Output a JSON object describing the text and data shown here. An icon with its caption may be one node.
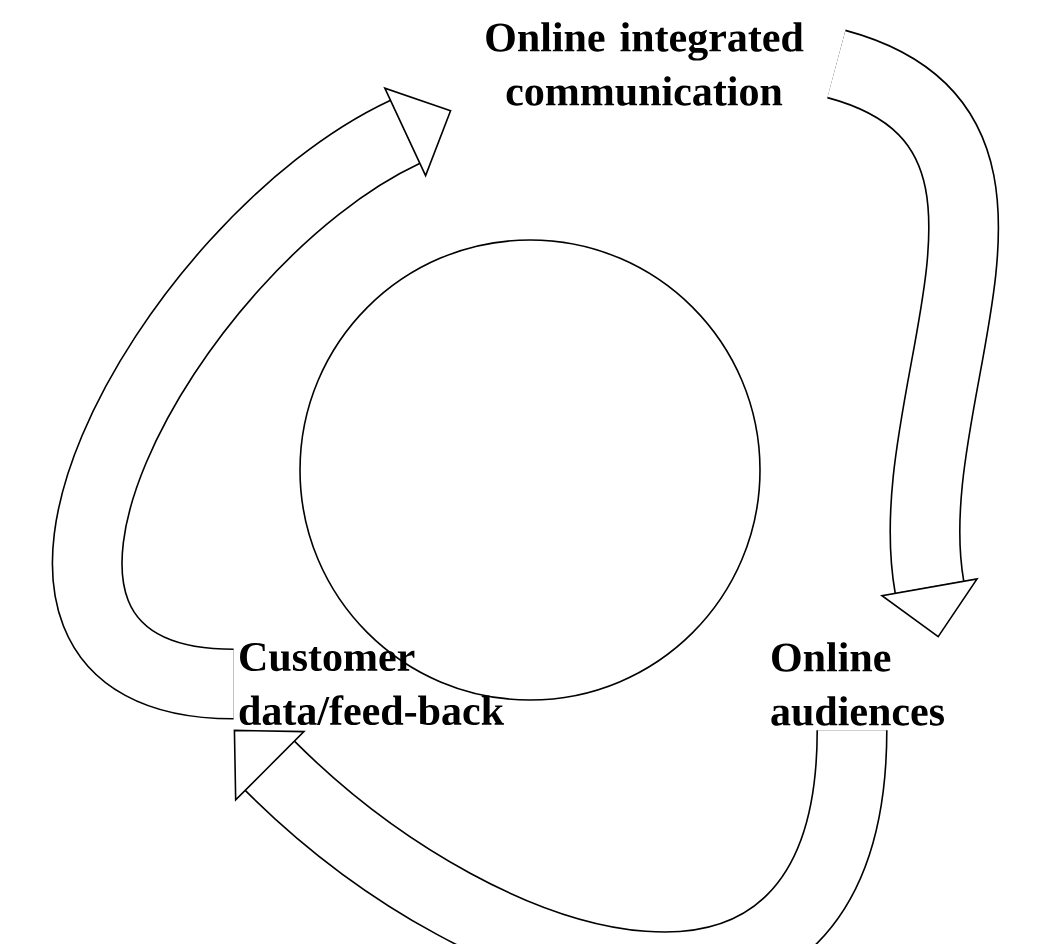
{
  "diagram": {
    "nodes": [
      {
        "text": [
          "Online integrated communication"
        ]
      },
      {
        "text": [],
        "shape": "circle"
      },
      {
        "text": [
          "Customer data/feed-back"
        ]
      },
      {
        "text": [
          "Online audiences"
        ]
      }
    ],
    "edges": [
      {
        "from": 0,
        "to": 3,
        "arrow": "to"
      },
      {
        "from": 3,
        "to": 2,
        "arrow": "to"
      },
      {
        "from": 2,
        "to": 0,
        "arrow": "to"
      }
    ]
  }
}
